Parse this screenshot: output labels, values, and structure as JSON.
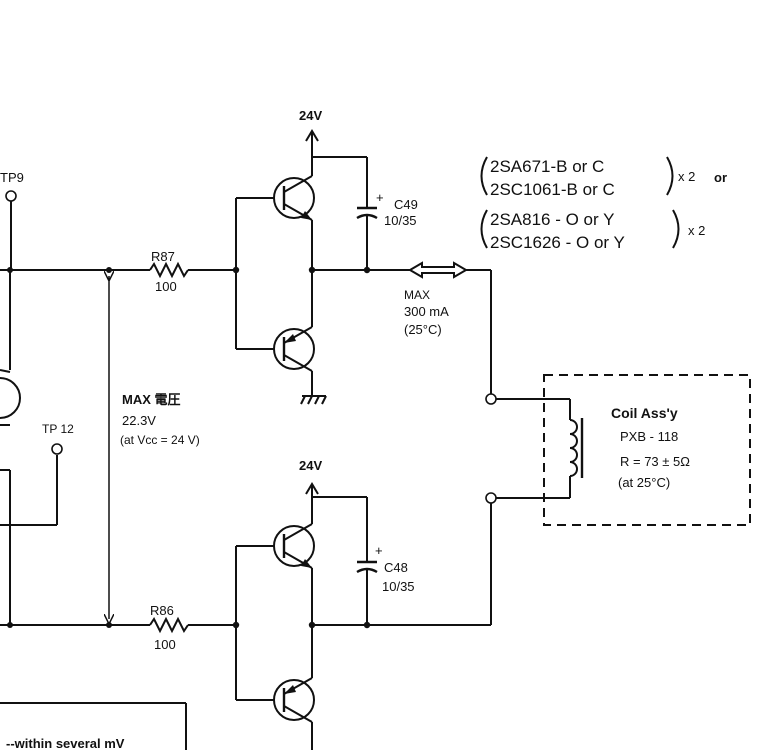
{
  "supply": {
    "top": "24V",
    "bottom": "24V"
  },
  "test_points": {
    "tp9": "TP9",
    "tp12": "TP 12"
  },
  "resistors": {
    "r87": {
      "ref": "R87",
      "value": "100"
    },
    "r86": {
      "ref": "R86",
      "value": "100"
    }
  },
  "capacitors": {
    "c49": {
      "ref": "C49",
      "value": "10/35",
      "polarity": "+"
    },
    "c48": {
      "ref": "C48",
      "value": "10/35",
      "polarity": "+"
    }
  },
  "transistor_note": {
    "line1": "2SA671-B or C",
    "line2": "2SC1061-B or C",
    "mult1": "x 2",
    "or": "or",
    "line3": "2SA816 - O or Y",
    "line4": "2SC1626 - O or Y",
    "mult2": "x 2"
  },
  "current_note": {
    "l1": "MAX",
    "l2": "300 mA",
    "l3": "(25°C)"
  },
  "voltage_note": {
    "l1": "MAX 電圧",
    "l2": "22.3V",
    "l3": "(at Vcc = 24 V)"
  },
  "coil": {
    "title": "Coil Ass'y",
    "part": "PXB - 118",
    "resistance": "R = 73 ± 5Ω",
    "condition": "(at 25°C)"
  },
  "footnote": "--within several mV"
}
